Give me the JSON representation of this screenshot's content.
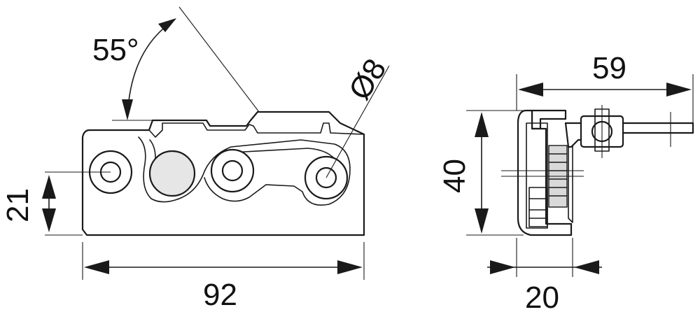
{
  "drawing": {
    "stroke_color": "#1a1a1a",
    "background": "#ffffff",
    "dimensions": {
      "angle": "55°",
      "diameter": "Ø8",
      "hole_height": "21",
      "overall_width": "92",
      "side_length": "59",
      "side_height": "40",
      "side_depth": "20"
    }
  }
}
